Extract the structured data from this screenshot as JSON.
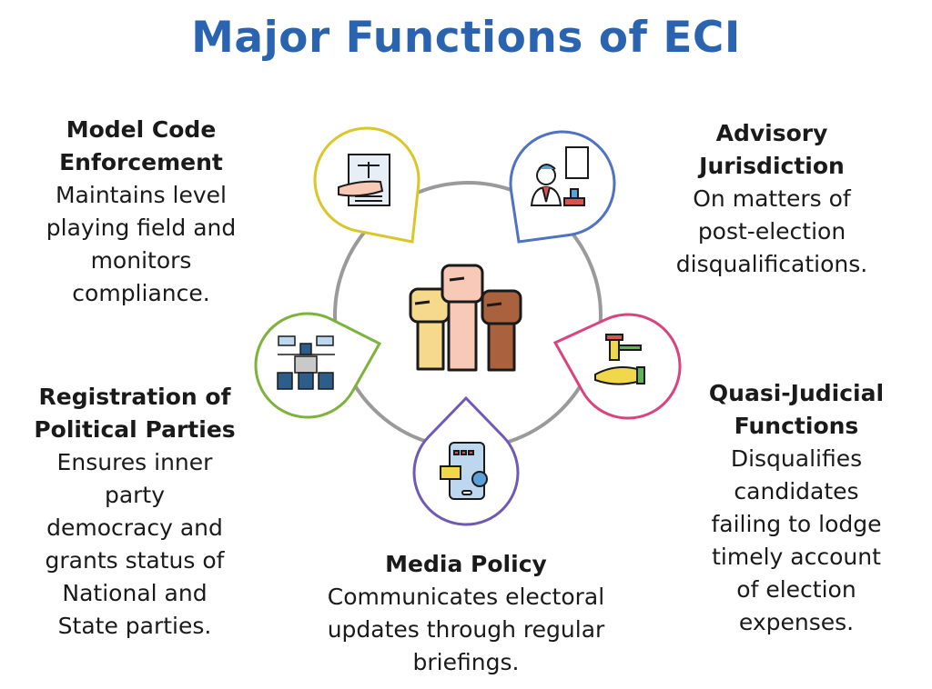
{
  "title": "Major Functions of ECI",
  "colors": {
    "title": "#2a64b0",
    "ring": "#9a9a9a",
    "yellow": "#d9c72a",
    "blue": "#4f72c2",
    "green": "#7db33b",
    "pink": "#d9447f",
    "purple": "#6f58b6"
  },
  "center_icon": "raised-fists-icon",
  "functions": [
    {
      "id": "model-code",
      "heading": [
        "Model Code",
        "Enforcement"
      ],
      "body": [
        "Maintains level",
        "playing field and",
        "monitors",
        "compliance."
      ],
      "icon": "scales-of-justice-document-icon"
    },
    {
      "id": "advisory",
      "heading": [
        "Advisory",
        "Jurisdiction"
      ],
      "body": [
        "On matters of",
        "post-election",
        "disqualifications."
      ],
      "icon": "official-with-document-and-stamp-icon"
    },
    {
      "id": "registration",
      "heading": [
        "Registration of",
        "Political Parties"
      ],
      "body": [
        "Ensures inner",
        "party",
        "democracy and",
        "grants status of",
        "National and",
        "State parties."
      ],
      "icon": "political-rally-icon"
    },
    {
      "id": "quasi-judicial",
      "heading": [
        "Quasi-Judicial",
        "Functions"
      ],
      "body": [
        "Disqualifies",
        "candidates",
        "failing to lodge",
        "timely account",
        "of election",
        "expenses."
      ],
      "icon": "gavel-icon"
    },
    {
      "id": "media",
      "heading": [
        "Media Policy"
      ],
      "body": [
        "Communicates electoral",
        "updates through regular",
        "briefings."
      ],
      "icon": "smartphone-messages-icon"
    }
  ]
}
